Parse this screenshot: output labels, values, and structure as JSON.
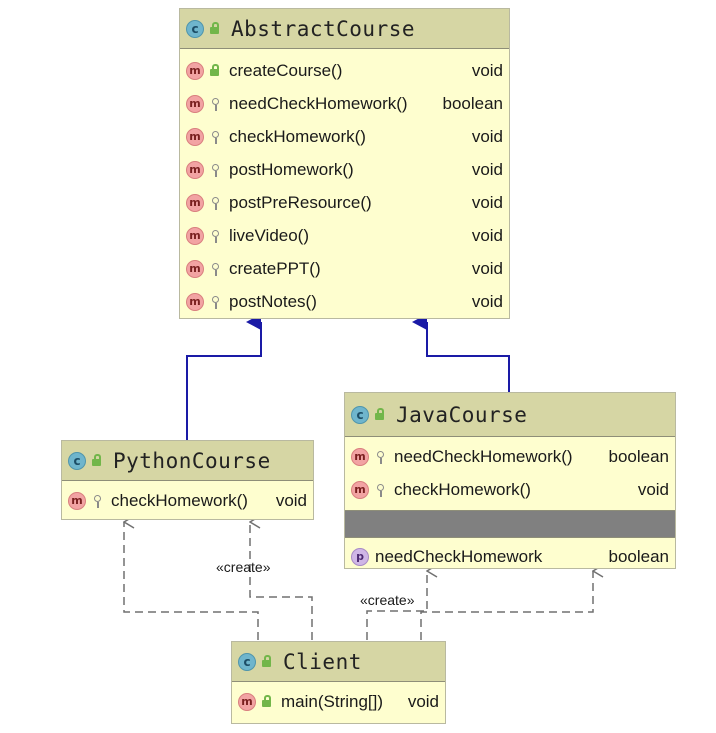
{
  "classes": {
    "abstract_course": {
      "name": "AbstractCourse",
      "methods": [
        {
          "name": "createCourse()",
          "type": "void"
        },
        {
          "name": "needCheckHomework()",
          "type": "boolean"
        },
        {
          "name": "checkHomework()",
          "type": "void"
        },
        {
          "name": "postHomework()",
          "type": "void"
        },
        {
          "name": "postPreResource()",
          "type": "void"
        },
        {
          "name": "liveVideo()",
          "type": "void"
        },
        {
          "name": "createPPT()",
          "type": "void"
        },
        {
          "name": "postNotes()",
          "type": "void"
        }
      ]
    },
    "python_course": {
      "name": "PythonCourse",
      "methods": [
        {
          "name": "checkHomework()",
          "type": "void"
        }
      ]
    },
    "java_course": {
      "name": "JavaCourse",
      "methods": [
        {
          "name": "needCheckHomework()",
          "type": "boolean"
        },
        {
          "name": "checkHomework()",
          "type": "void"
        }
      ],
      "properties": [
        {
          "name": "needCheckHomework",
          "type": "boolean"
        }
      ]
    },
    "client": {
      "name": "Client",
      "methods": [
        {
          "name": "main(String[])",
          "type": "void"
        }
      ]
    }
  },
  "relations": {
    "create_label_python": "«create»",
    "create_label_java": "«create»"
  },
  "colors": {
    "inheritance": "#1a1aa6",
    "dependency": "#707070",
    "header": "#d6d6a4",
    "body": "#fefecf"
  },
  "icons": {
    "class": "class-icon",
    "method": "method-icon",
    "property": "property-icon",
    "public": "public-lock-icon",
    "package": "package-key-icon"
  }
}
